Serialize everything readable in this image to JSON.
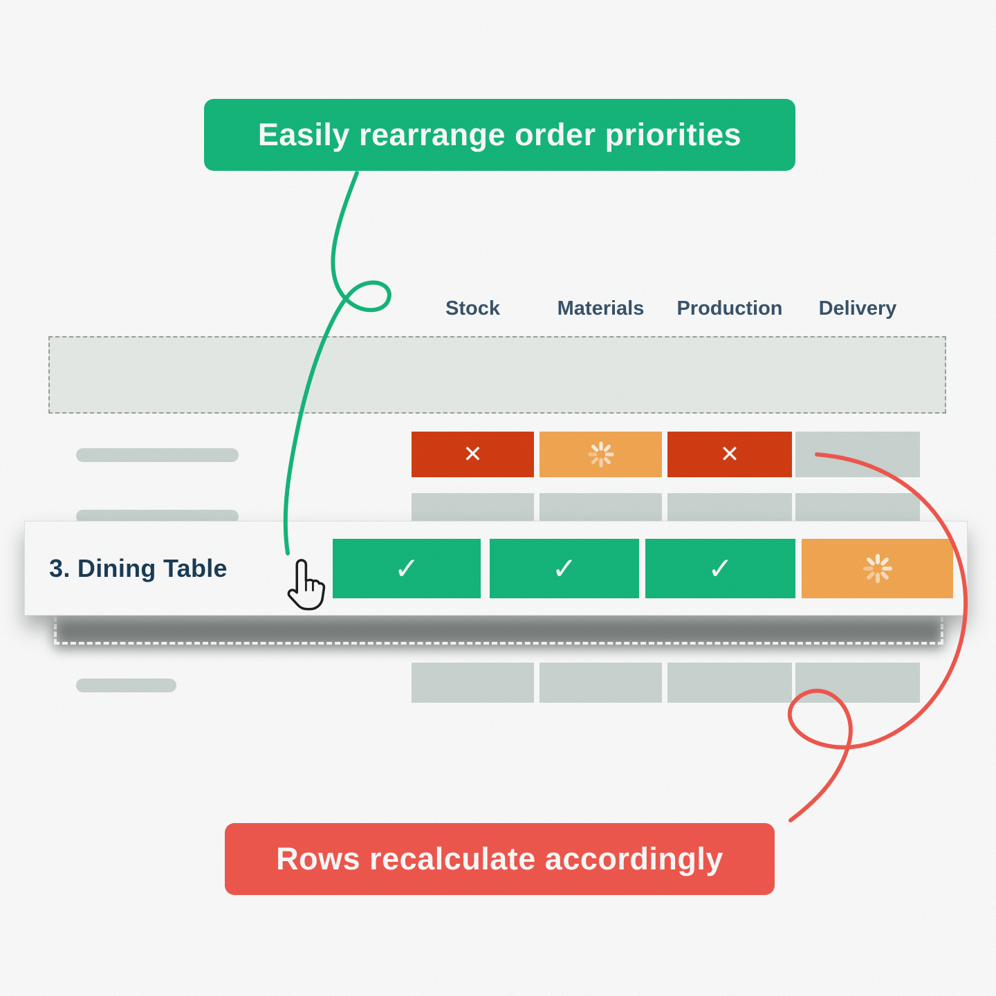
{
  "callouts": {
    "top": {
      "label": "Easily rearrange order priorities",
      "color": "#12b87b"
    },
    "bottom": {
      "label": "Rows recalculate accordingly",
      "color": "#f4564c"
    }
  },
  "table": {
    "headers": [
      "Stock",
      "Materials",
      "Production",
      "Delivery"
    ],
    "dragged_row": {
      "label": "3. Dining Table",
      "statuses": [
        "done",
        "done",
        "done",
        "in-progress"
      ]
    },
    "background_rows": [
      {
        "statuses": [
          "failed",
          "in-progress",
          "failed",
          "empty"
        ]
      },
      {
        "statuses": [
          "empty",
          "empty",
          "empty",
          "empty"
        ]
      },
      {
        "statuses": [
          "empty",
          "empty",
          "empty",
          "empty"
        ]
      }
    ]
  },
  "icons": {
    "check": "✓",
    "cross": "✕",
    "spinner": "spinner-icon",
    "cursor": "hand-cursor-icon"
  },
  "colors": {
    "green": "#12b87b",
    "red_badge": "#f4564c",
    "red_cell": "#d53a10",
    "orange": "#f7a850",
    "gray_cell": "#cdd7d4",
    "placeholder_bg": "#e9eeeb",
    "navy_text": "#1b3a55"
  }
}
